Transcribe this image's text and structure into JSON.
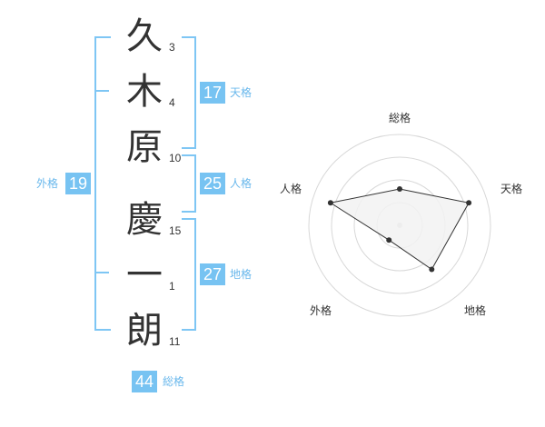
{
  "name": {
    "characters": [
      {
        "char": "久",
        "strokes": "3"
      },
      {
        "char": "木",
        "strokes": "4"
      },
      {
        "char": "原",
        "strokes": "10"
      },
      {
        "char": "慶",
        "strokes": "15"
      },
      {
        "char": "一",
        "strokes": "1"
      },
      {
        "char": "朗",
        "strokes": "11"
      }
    ]
  },
  "fortunes": {
    "tenkaku": {
      "value": "17",
      "label": "天格"
    },
    "jinkaku": {
      "value": "25",
      "label": "人格"
    },
    "chikaku": {
      "value": "27",
      "label": "地格"
    },
    "gaikaku": {
      "value": "19",
      "label": "外格"
    },
    "soukaku": {
      "value": "44",
      "label": "総格"
    }
  },
  "colors": {
    "accent": "#77c3f2",
    "bracket": "#7ec6f4",
    "text": "#333333",
    "radar_fill": "#f2f2f2",
    "radar_grid": "#d8d8d8"
  },
  "chart_data": {
    "type": "radar",
    "axes": [
      "総格",
      "天格",
      "地格",
      "外格",
      "人格"
    ],
    "max": 5,
    "rings": 4,
    "values": [
      2,
      4,
      3,
      1,
      4
    ]
  }
}
